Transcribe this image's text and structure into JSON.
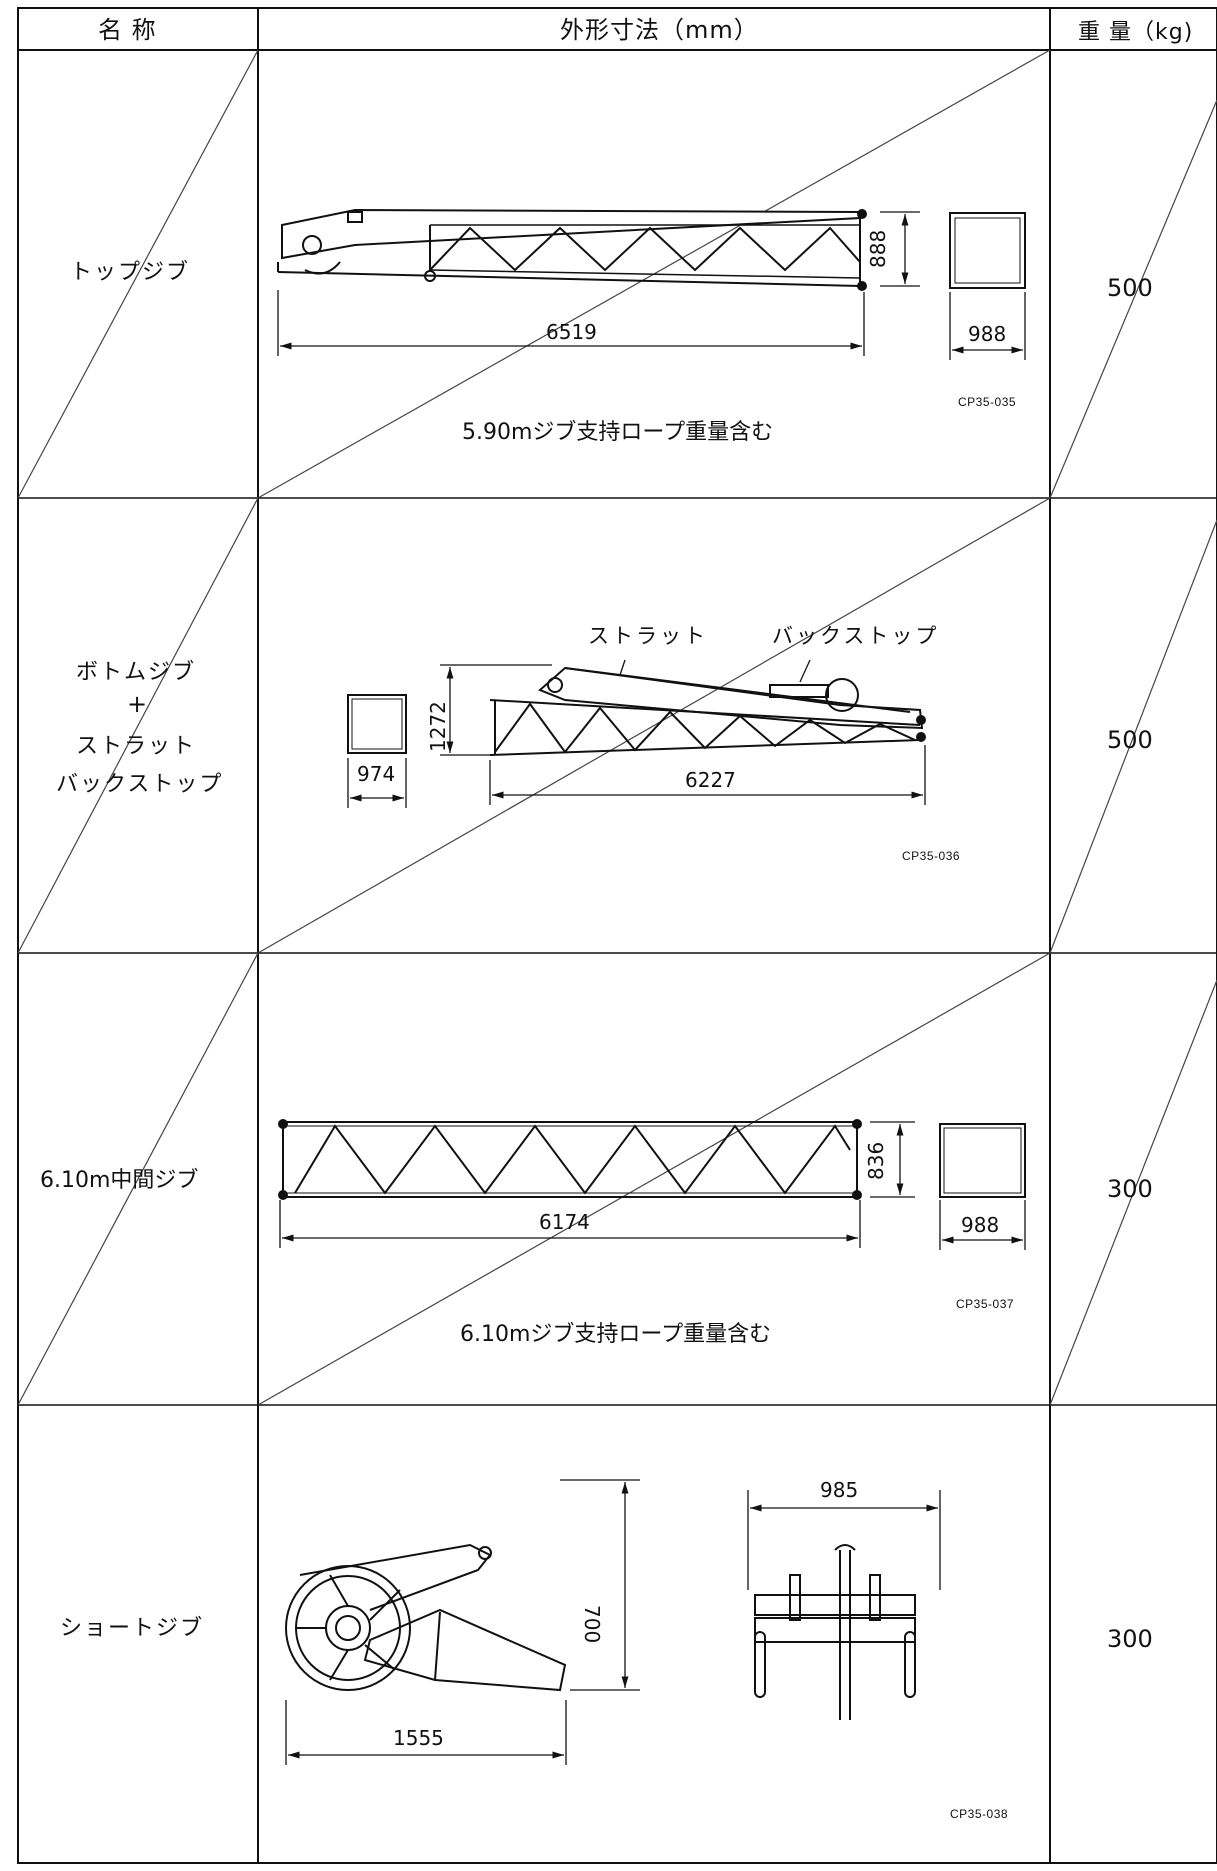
{
  "header": {
    "name_col": "名 称",
    "dims_col": "外形寸法（mm）",
    "weight_col": "重 量（kg)"
  },
  "rows": [
    {
      "name": "トップジブ",
      "weight": "500",
      "dims": {
        "length": "6519",
        "height": "888",
        "width": "988"
      },
      "code": "CP35-035",
      "caption": "5.90mジブ支持ロープ重量含む"
    },
    {
      "name_lines": [
        "ボトムジブ",
        "+",
        "ストラット",
        "バックストップ"
      ],
      "weight": "500",
      "dims": {
        "length": "6227",
        "height": "1272",
        "width": "974"
      },
      "labels": {
        "strut": "ストラット",
        "backstop": "バックストップ"
      },
      "code": "CP35-036"
    },
    {
      "name": "6.10m中間ジブ",
      "weight": "300",
      "dims": {
        "length": "6174",
        "height": "836",
        "width": "988"
      },
      "code": "CP35-037",
      "caption": "6.10mジブ支持ロープ重量含む"
    },
    {
      "name": "ショートジブ",
      "weight": "300",
      "dims": {
        "length": "1555",
        "height": "700",
        "width": "985"
      },
      "code": "CP35-038"
    }
  ]
}
